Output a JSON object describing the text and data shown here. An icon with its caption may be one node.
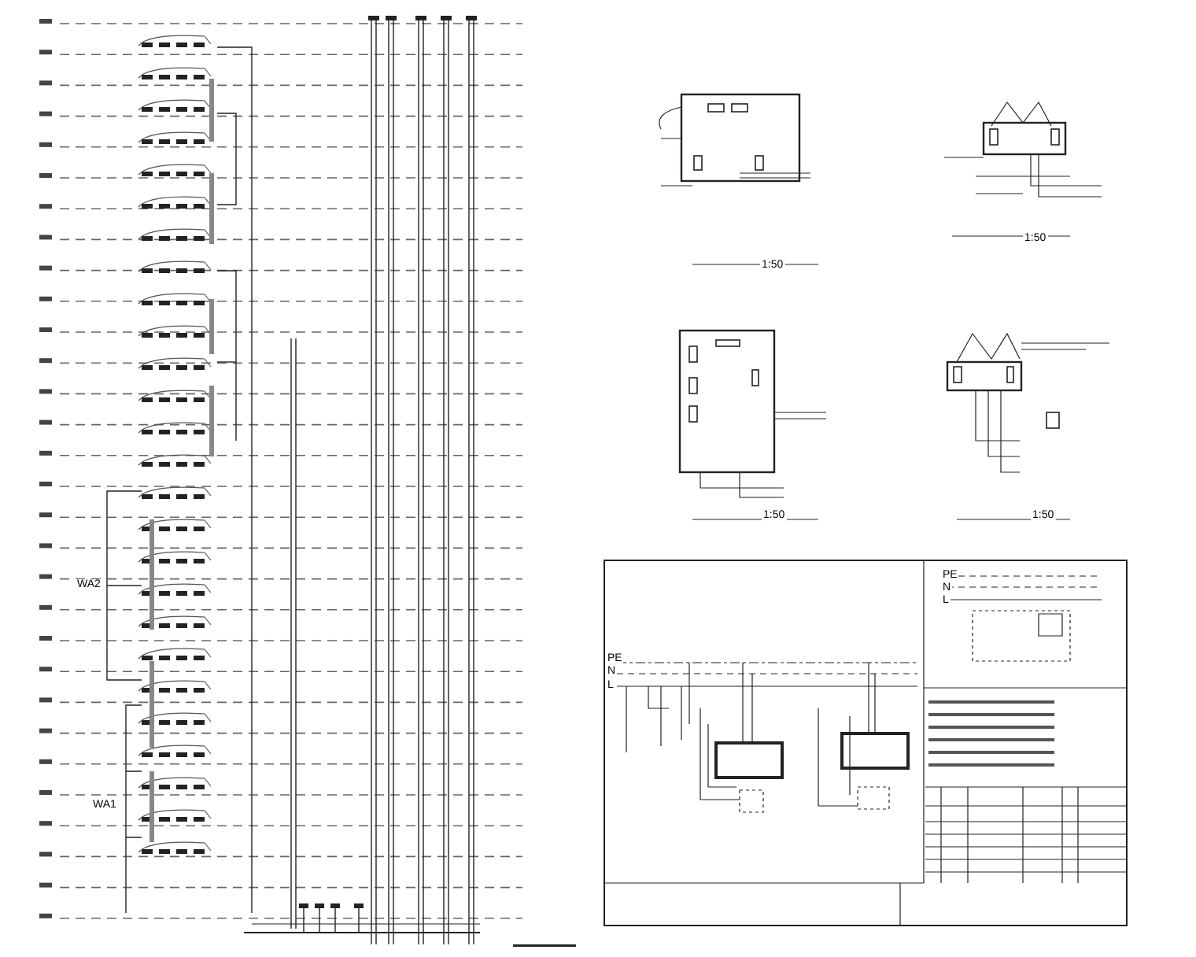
{
  "diagram": {
    "labels": [
      "WA2",
      "WA1",
      "1:50",
      "1:50",
      "1:50",
      "1:50",
      "PE",
      "N",
      "L",
      "PE",
      "N",
      "L"
    ]
  }
}
